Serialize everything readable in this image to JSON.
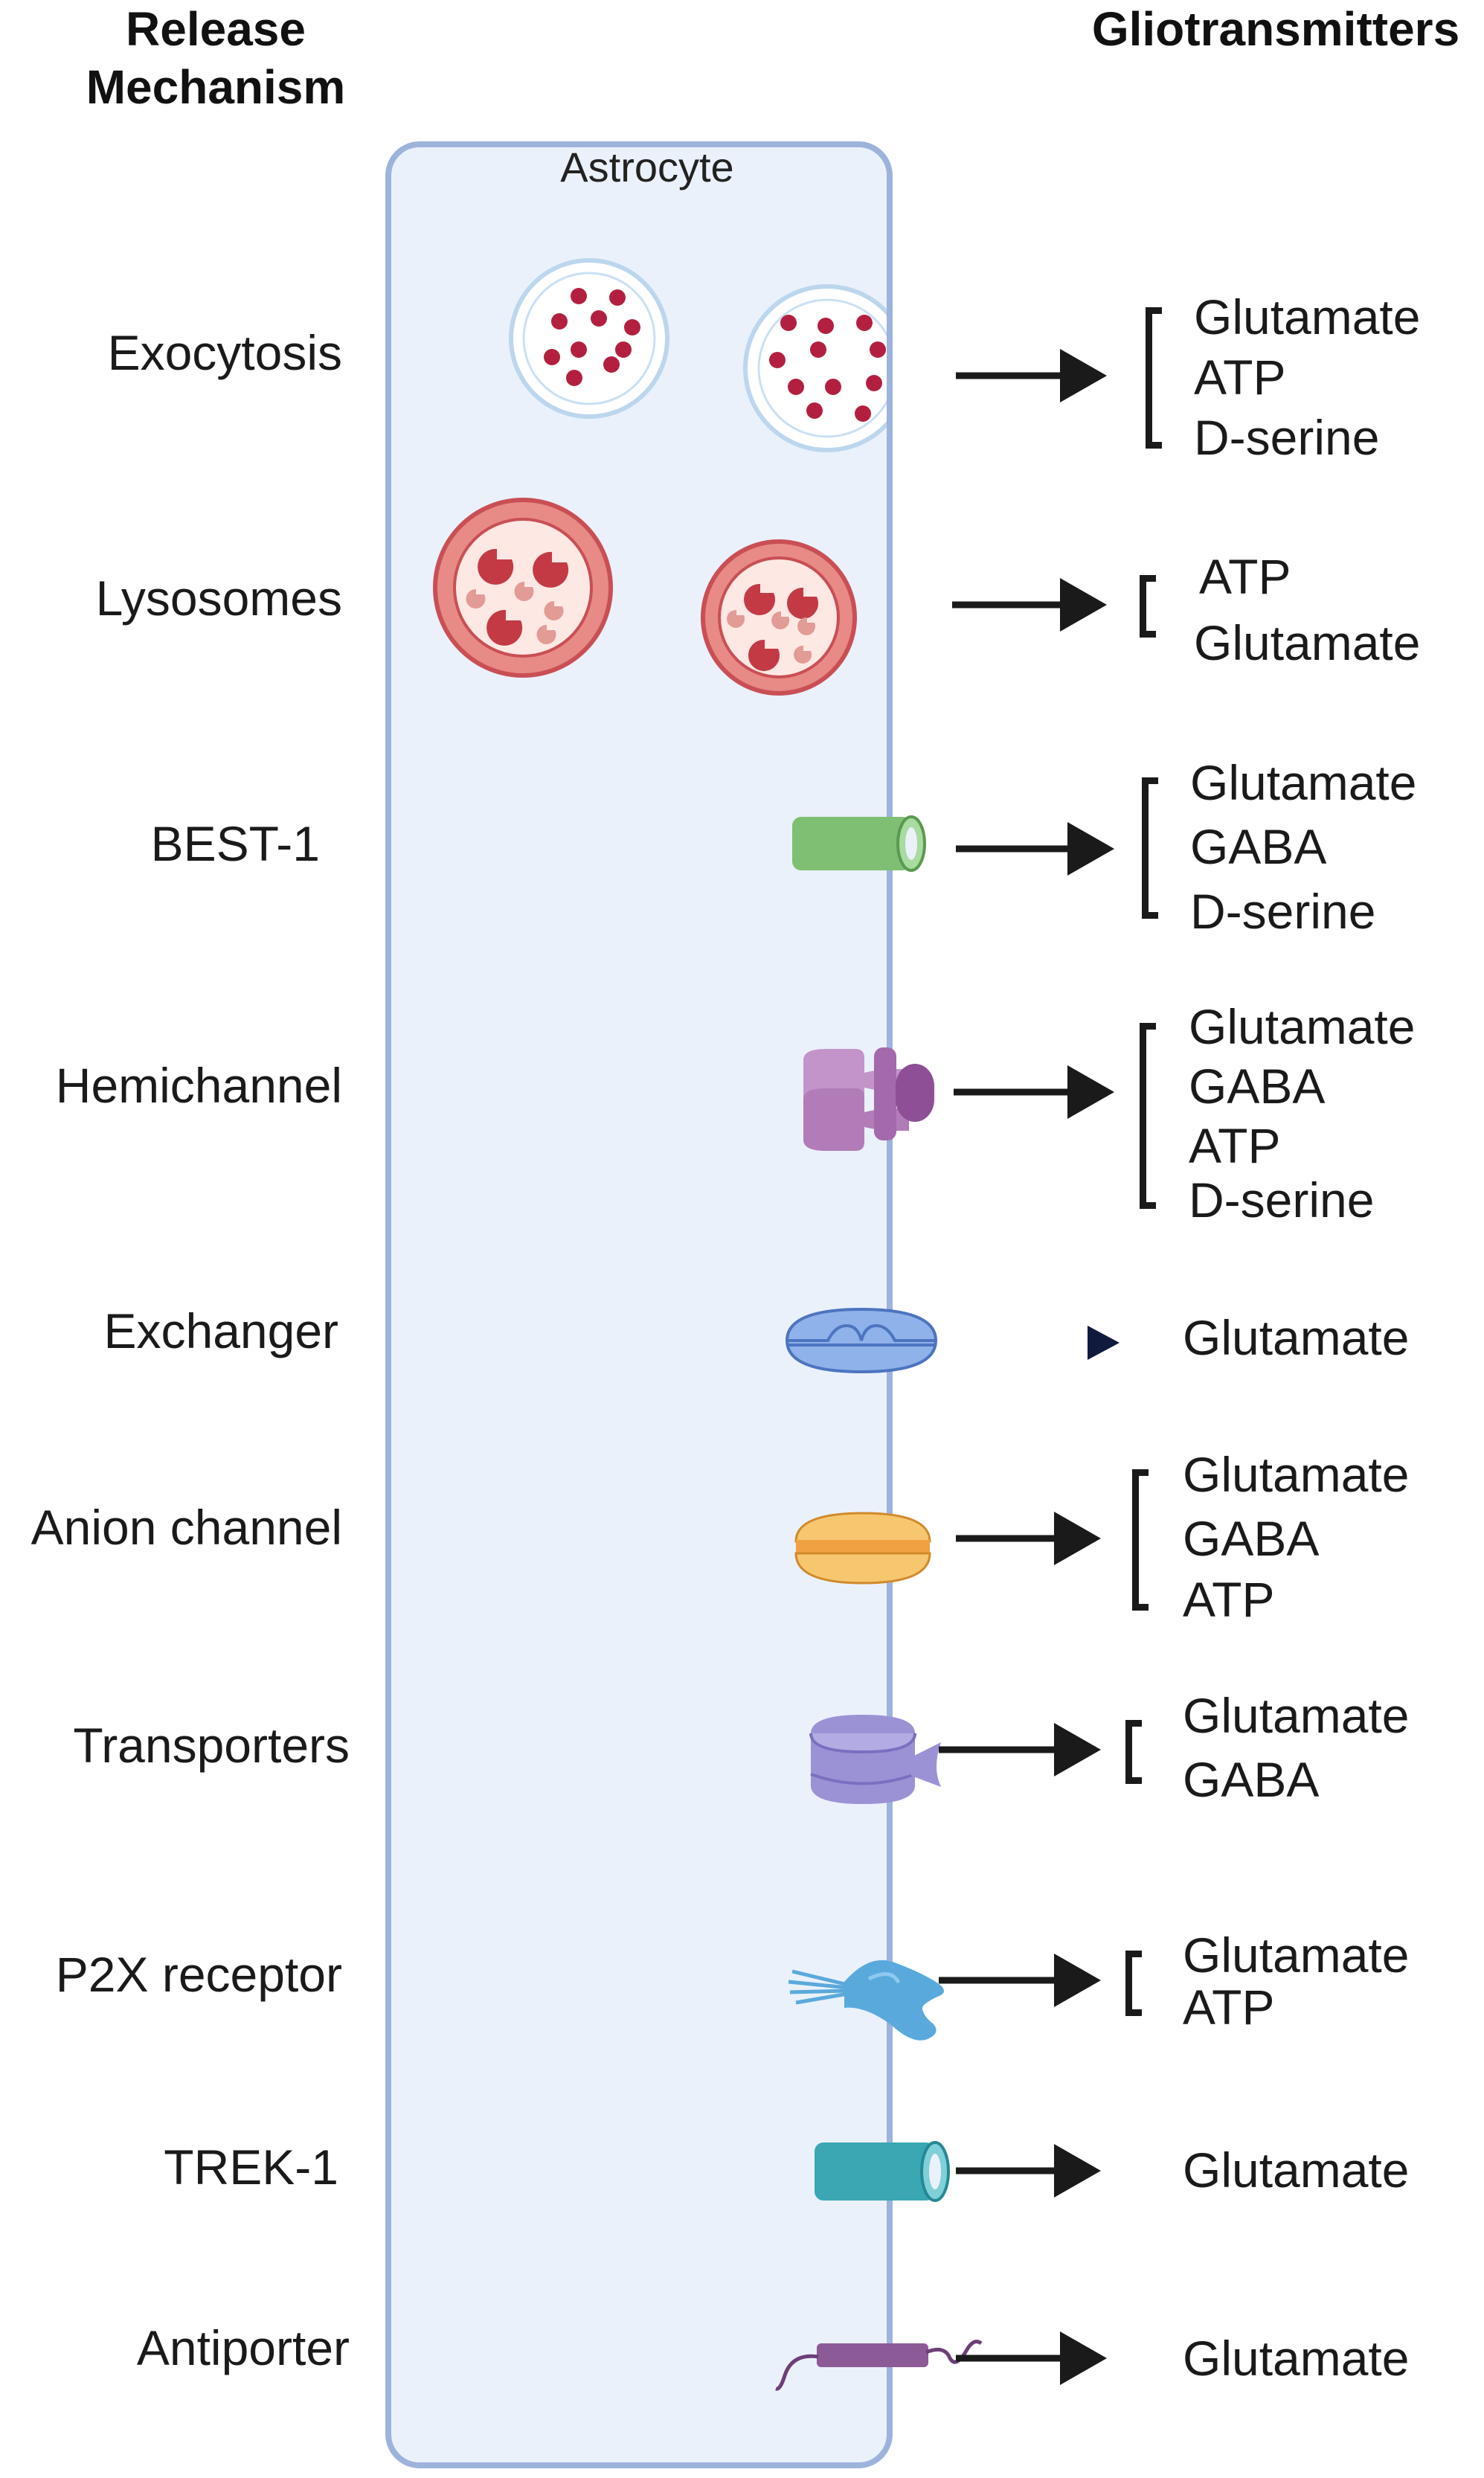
{
  "headers": {
    "release_line1": "Release",
    "release_line2": "Mechanism",
    "gliotransmitters": "Gliotransmitters"
  },
  "cell_label": "Astrocyte",
  "rows": [
    {
      "mechanism": "Exocytosis",
      "icon": "vesicle-icon",
      "transmitters": [
        "Glutamate",
        "ATP",
        "D-serine"
      ]
    },
    {
      "mechanism": "Lysosomes",
      "icon": "lysosome-icon",
      "transmitters": [
        "ATP",
        "Glutamate"
      ]
    },
    {
      "mechanism": "BEST-1",
      "icon": "channel-cylinder-icon",
      "transmitters": [
        "Glutamate",
        "GABA",
        "D-serine"
      ]
    },
    {
      "mechanism": "Hemichannel",
      "icon": "hemichannel-icon",
      "transmitters": [
        "Glutamate",
        "GABA",
        "ATP",
        "D-serine"
      ]
    },
    {
      "mechanism": "Exchanger",
      "icon": "exchanger-icon",
      "transmitters": [
        "Glutamate"
      ]
    },
    {
      "mechanism": "Anion channel",
      "icon": "anion-channel-icon",
      "transmitters": [
        "Glutamate",
        "GABA",
        "ATP"
      ]
    },
    {
      "mechanism": "Transporters",
      "icon": "transporter-icon",
      "transmitters": [
        "Glutamate",
        "GABA"
      ]
    },
    {
      "mechanism": "P2X receptor",
      "icon": "receptor-icon",
      "transmitters": [
        "Glutamate",
        "ATP"
      ]
    },
    {
      "mechanism": "TREK-1",
      "icon": "channel-cylinder-icon",
      "transmitters": [
        "Glutamate"
      ]
    },
    {
      "mechanism": "Antiporter",
      "icon": "antiporter-icon",
      "transmitters": [
        "Glutamate"
      ]
    }
  ],
  "colors": {
    "cell_fill": "#eaf1fb",
    "cell_border": "#9db3dc",
    "vesicle_dot": "#b3203f",
    "lysosome": "#d9585e",
    "best1": "#7fbf73",
    "hemichannel": "#c394c9",
    "exchanger": "#8fb2ea",
    "anion_channel": "#f5b44c",
    "transporter": "#9b92d6",
    "p2x": "#5aa9dd",
    "trek1": "#3aa7b3",
    "antiporter": "#8c5a96"
  }
}
